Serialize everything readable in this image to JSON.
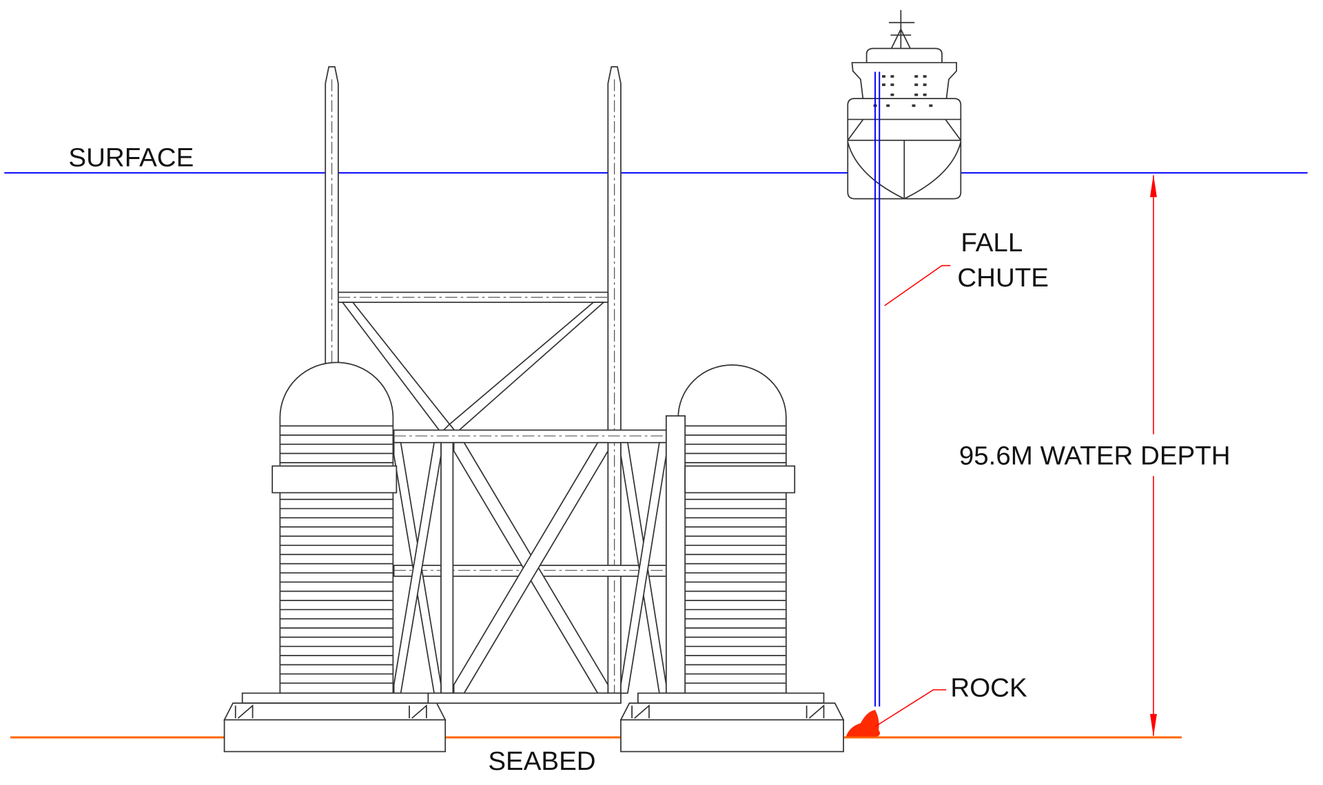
{
  "labels": {
    "surface": "SURFACE",
    "seabed": "SEABED",
    "fall_chute_line1": "FALL",
    "fall_chute_line2": "CHUTE",
    "rock": "ROCK",
    "water_depth": "95.6M WATER DEPTH"
  },
  "colors": {
    "surface_line": "#0000ff",
    "seabed_line": "#ff6600",
    "dimension": "#ff0000",
    "fall_chute": "#0000ff",
    "structure": "#333333"
  }
}
